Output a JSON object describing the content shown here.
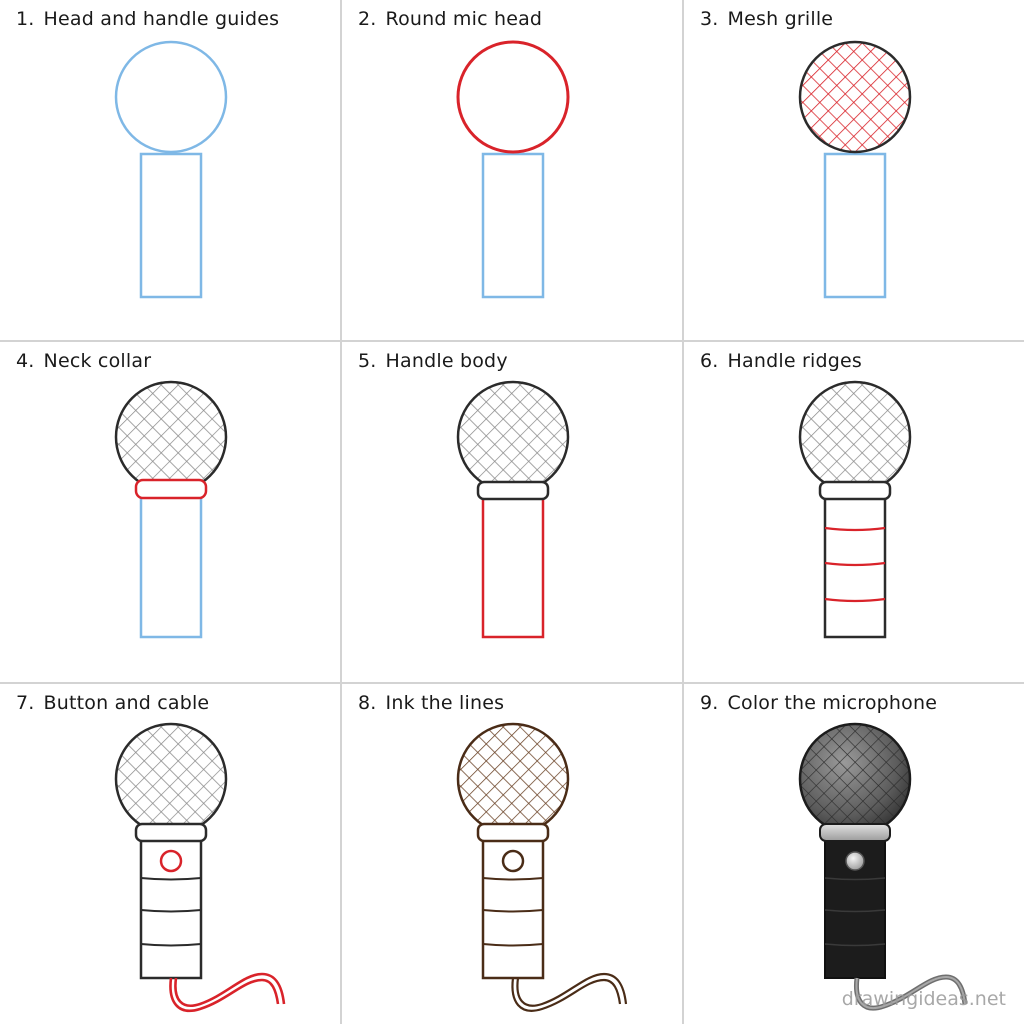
{
  "steps": [
    {
      "num": "1.",
      "label": "Head and handle guides"
    },
    {
      "num": "2.",
      "label": "Round mic head"
    },
    {
      "num": "3.",
      "label": "Mesh grille"
    },
    {
      "num": "4.",
      "label": "Neck collar"
    },
    {
      "num": "5.",
      "label": "Handle body"
    },
    {
      "num": "6.",
      "label": "Handle ridges"
    },
    {
      "num": "7.",
      "label": "Button and cable"
    },
    {
      "num": "8.",
      "label": "Ink the lines"
    },
    {
      "num": "9.",
      "label": "Color the microphone"
    }
  ],
  "watermark": "drawingideas.net",
  "colors": {
    "guide": "#7fb8e6",
    "highlight": "#d9232a",
    "ink": "#2b2b2b",
    "brown_ink": "#4a2c17",
    "mesh_gray": "#8a8a8a",
    "fill_dark": "#1c1c1c",
    "divider": "#d3d3d3"
  }
}
